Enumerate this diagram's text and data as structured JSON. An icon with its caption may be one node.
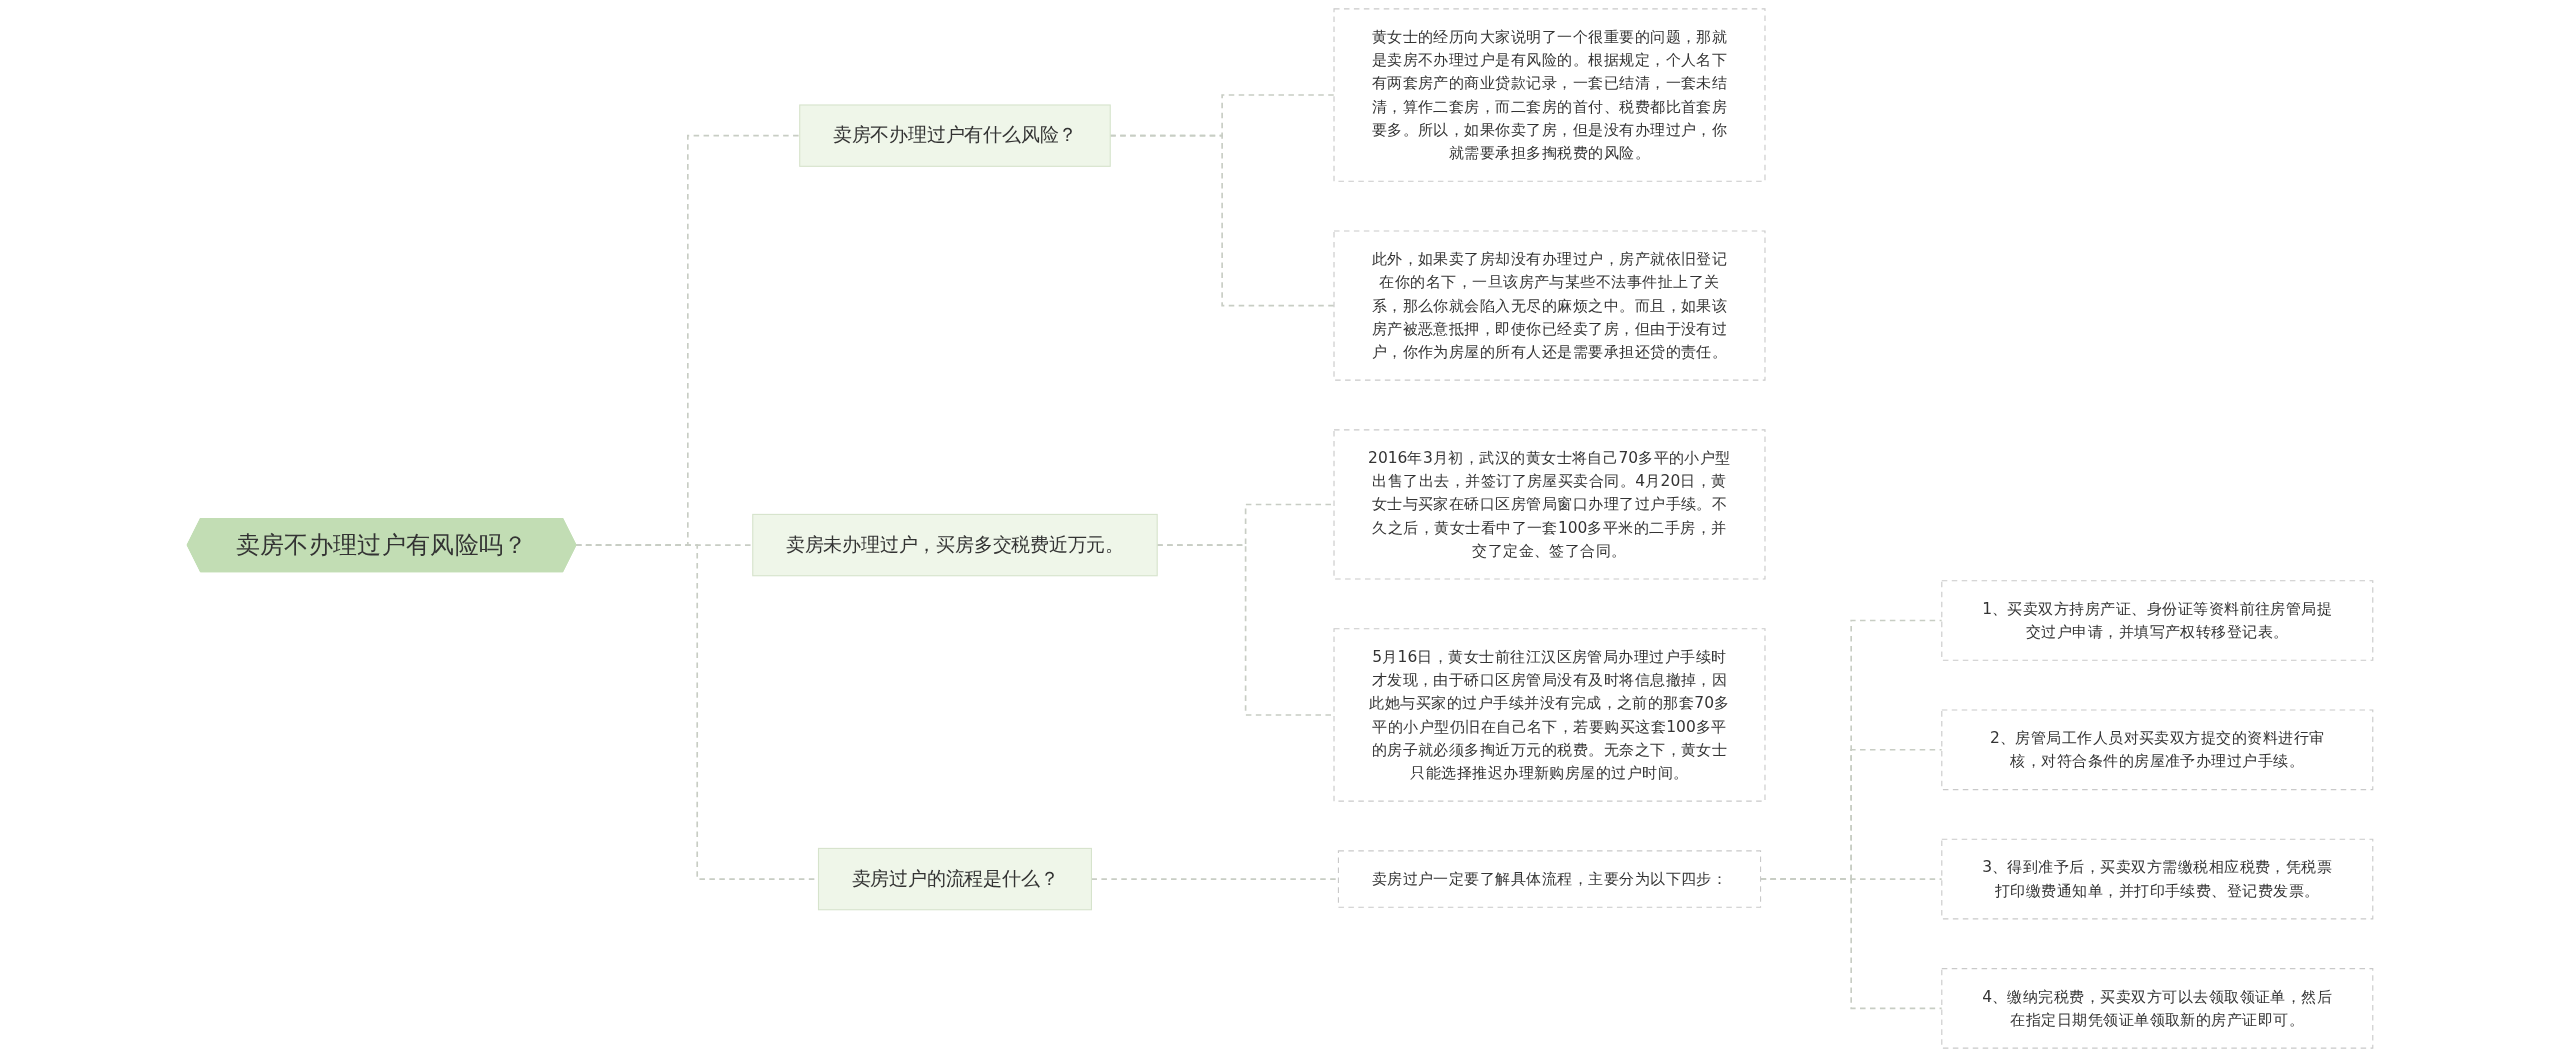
{
  "diagram": {
    "nodes": [
      {
        "text": [
          "卖房不办理过户有风险吗？"
        ]
      },
      {
        "text": [
          "卖房不办理过户有什么风险？"
        ]
      },
      {
        "text": [
          "黄女士的经历向大家说明了一个很重要的问题，那就是卖房不办理过户是有风险的。根据规定，个人名下有两套房产的商业贷款记录，一套已结清，一套未结清，算作二套房，而二套房的首付、税费都比首套房要多。所以，如果你卖了房，但是没有办理过户，你就需要承担多掏税费的风险。"
        ]
      },
      {
        "text": [
          "此外，如果卖了房却没有办理过户，房产就依旧登记在你的名下，一旦该房产与某些不法事件扯上了关系，那么你就会陷入无尽的麻烦之中。而且，如果该房产被恶意抵押，即使你已经卖了房，但由于没有过户，你作为房屋的所有人还是需要承担还贷的责任。"
        ]
      },
      {
        "text": [
          "卖房未办理过户，买房多交税费近万元。"
        ]
      },
      {
        "text": [
          "2016年3月初，武汉的黄女士将自己70多平的小户型出售了出去，并签订了房屋买卖合同。4月20日，黄女士与买家在硚口区房管局窗口办理了过户手续。不久之后，黄女士看中了一套100多平米的二手房，并交了定金、签了合同。"
        ]
      },
      {
        "text": [
          "5月16日，黄女士前往江汉区房管局办理过户手续时才发现，由于硚口区房管局没有及时将信息撤掉，因此她与买家的过户手续并没有完成，之前的那套70多平的小户型仍旧在自己名下，若要购买这套100多平的房子就必须多掏近万元的税费。无奈之下，黄女士只能选择推迟办理新购房屋的过户时间。"
        ]
      },
      {
        "text": [
          "卖房过户的流程是什么？"
        ]
      },
      {
        "text": [
          "卖房过户一定要了解具体流程，主要分为以下四步："
        ]
      },
      {
        "text": [
          "1、买卖双方持房产证、身份证等资料前往房管局提交过户申请，并填写产权转移登记表。"
        ]
      },
      {
        "text": [
          "2、房管局工作人员对买卖双方提交的资料进行审核，对符合条件的房屋准予办理过户手续。"
        ]
      },
      {
        "text": [
          "3、得到准予后，买卖双方需缴税相应税费，凭税票打印缴费通知单，并打印手续费、登记费发票。"
        ]
      },
      {
        "text": [
          "4、缴纳完税费，买卖双方可以去领取领证单，然后在指定日期凭领证单领取新的房产证即可。"
        ]
      }
    ],
    "edges": [
      {
        "from": 0,
        "to": 1,
        "arrow": "none",
        "style": "dashed"
      },
      {
        "from": 1,
        "to": 2,
        "arrow": "none",
        "style": "dashed"
      },
      {
        "from": 1,
        "to": 3,
        "arrow": "none",
        "style": "dashed"
      },
      {
        "from": 0,
        "to": 4,
        "arrow": "none",
        "style": "dashed"
      },
      {
        "from": 4,
        "to": 5,
        "arrow": "none",
        "style": "dashed"
      },
      {
        "from": 4,
        "to": 6,
        "arrow": "none",
        "style": "dashed"
      },
      {
        "from": 0,
        "to": 7,
        "arrow": "none",
        "style": "dashed"
      },
      {
        "from": 7,
        "to": 8,
        "arrow": "none",
        "style": "dashed"
      },
      {
        "from": 8,
        "to": 9,
        "arrow": "none",
        "style": "dashed"
      },
      {
        "from": 8,
        "to": 10,
        "arrow": "none",
        "style": "dashed"
      },
      {
        "from": 8,
        "to": 11,
        "arrow": "none",
        "style": "dashed"
      },
      {
        "from": 8,
        "to": 12,
        "arrow": "none",
        "style": "dashed"
      }
    ]
  }
}
